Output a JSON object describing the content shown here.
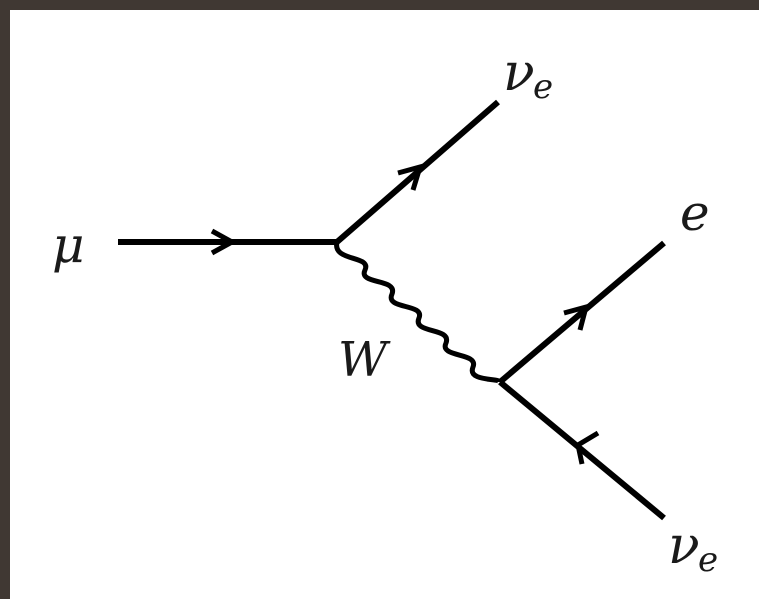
{
  "diagram": {
    "frame_color": "#403833",
    "panel_color": "#ffffff",
    "line_color": "#000000",
    "labels": {
      "muon": "μ",
      "w_boson": "W",
      "electron": "e",
      "nu_top": {
        "symbol": "ν",
        "subscript": "e"
      },
      "nu_bottom": {
        "symbol": "ν",
        "subscript": "e"
      }
    }
  }
}
